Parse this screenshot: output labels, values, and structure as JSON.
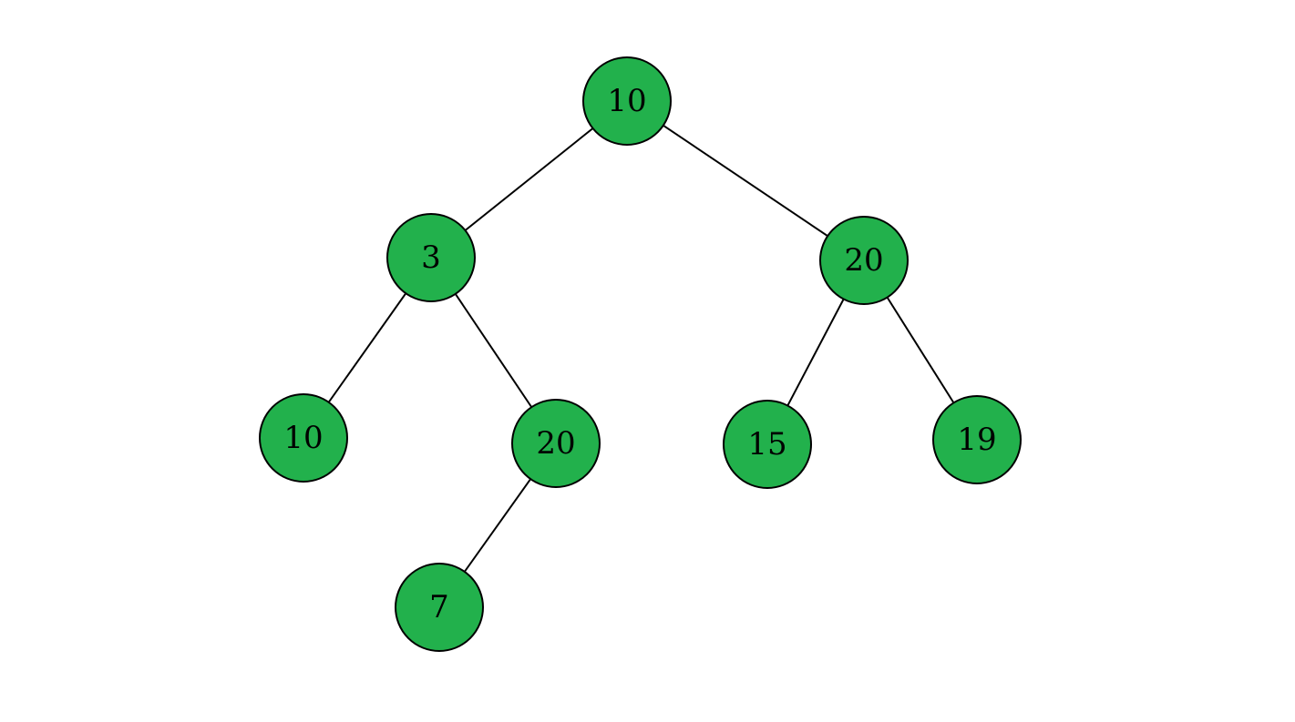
{
  "colors": {
    "node_fill": "#22b14c",
    "node_stroke": "#000000",
    "edge": "#000000",
    "background": "#ffffff"
  },
  "tree": {
    "nodes": [
      {
        "id": "n1",
        "label": "10"
      },
      {
        "id": "n2",
        "label": "3"
      },
      {
        "id": "n3",
        "label": "20"
      },
      {
        "id": "n4",
        "label": "10"
      },
      {
        "id": "n5",
        "label": "20"
      },
      {
        "id": "n6",
        "label": "15"
      },
      {
        "id": "n7",
        "label": "19"
      },
      {
        "id": "n8",
        "label": "7"
      }
    ],
    "edges": [
      {
        "from": "n1",
        "to": "n2"
      },
      {
        "from": "n1",
        "to": "n3"
      },
      {
        "from": "n2",
        "to": "n4"
      },
      {
        "from": "n2",
        "to": "n5"
      },
      {
        "from": "n3",
        "to": "n6"
      },
      {
        "from": "n3",
        "to": "n7"
      },
      {
        "from": "n5",
        "to": "n8"
      }
    ]
  }
}
